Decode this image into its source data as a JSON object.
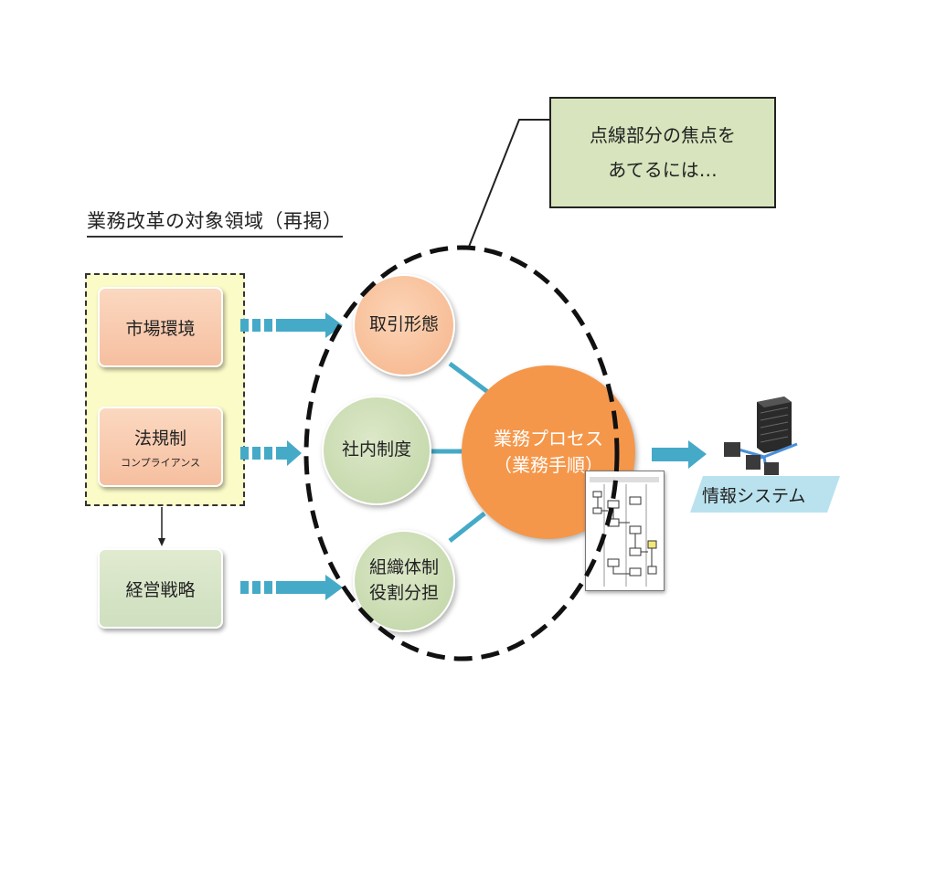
{
  "title": "業務改革の対象領域（再掲）",
  "callout": {
    "line1": "点線部分の焦点を",
    "line2": "あてるには…"
  },
  "left_boxes": {
    "market": "市場環境",
    "law": "法規制",
    "law_sub": "コンプライアンス",
    "strategy": "経営戦略"
  },
  "circles": {
    "transaction": "取引形態",
    "internal": "社内制度",
    "org_line1": "組織体制",
    "org_line2": "役割分担",
    "process_line1": "業務プロセス",
    "process_line2": "（業務手順）"
  },
  "system_label": "情報システム",
  "colors": {
    "arrow": "#45aac8",
    "peach": "#f6c2a2",
    "green": "#cfdfbf",
    "orange": "#f5974a",
    "yellow_area": "#fbfbc8",
    "callout_bg": "#d7e4bd",
    "system_band": "#b9e2ee"
  }
}
